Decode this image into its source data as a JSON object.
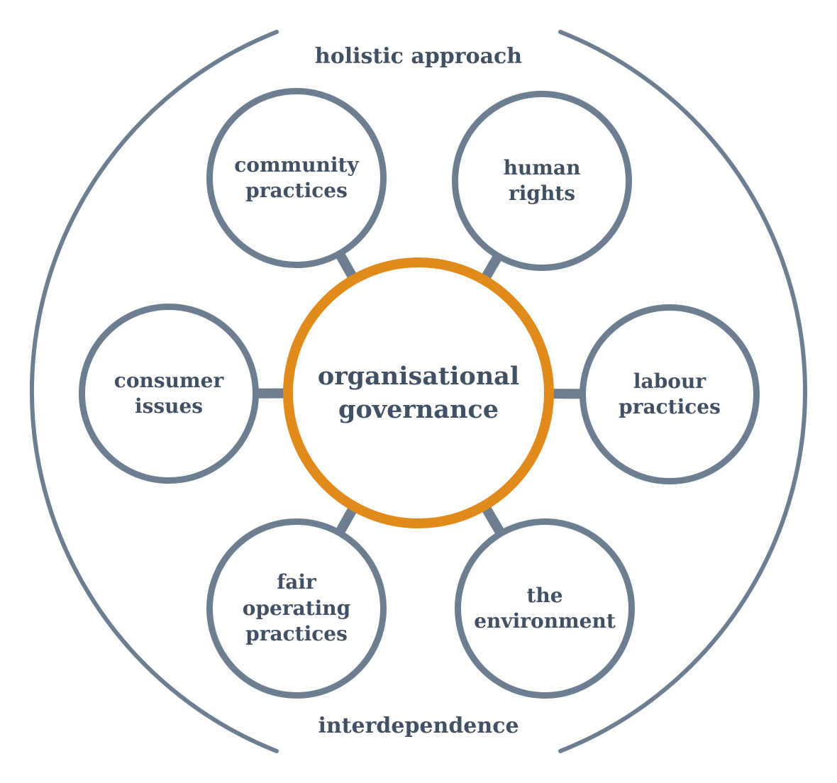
{
  "diagram": {
    "outer_top": "holistic approach",
    "outer_bottom": "interdependence",
    "center": {
      "label": "organisational governance",
      "lines": [
        "organisational",
        "governance"
      ]
    },
    "nodes": [
      {
        "id": "community-practices",
        "label": "community practices",
        "lines": [
          "community",
          "practices"
        ]
      },
      {
        "id": "human-rights",
        "label": "human rights",
        "lines": [
          "human",
          "rights"
        ]
      },
      {
        "id": "labour-practices",
        "label": "labour practices",
        "lines": [
          "labour",
          "practices"
        ]
      },
      {
        "id": "the-environment",
        "label": "the environment",
        "lines": [
          "the",
          "environment"
        ]
      },
      {
        "id": "fair-operating-practices",
        "label": "fair operating practices",
        "lines": [
          "fair",
          "operating",
          "practices"
        ]
      },
      {
        "id": "consumer-issues",
        "label": "consumer issues",
        "lines": [
          "consumer",
          "issues"
        ]
      }
    ]
  },
  "colors": {
    "accent": "#E08A1B",
    "ring": "#6D7E90",
    "text": "#415063",
    "bg": "#FFFFFF"
  }
}
